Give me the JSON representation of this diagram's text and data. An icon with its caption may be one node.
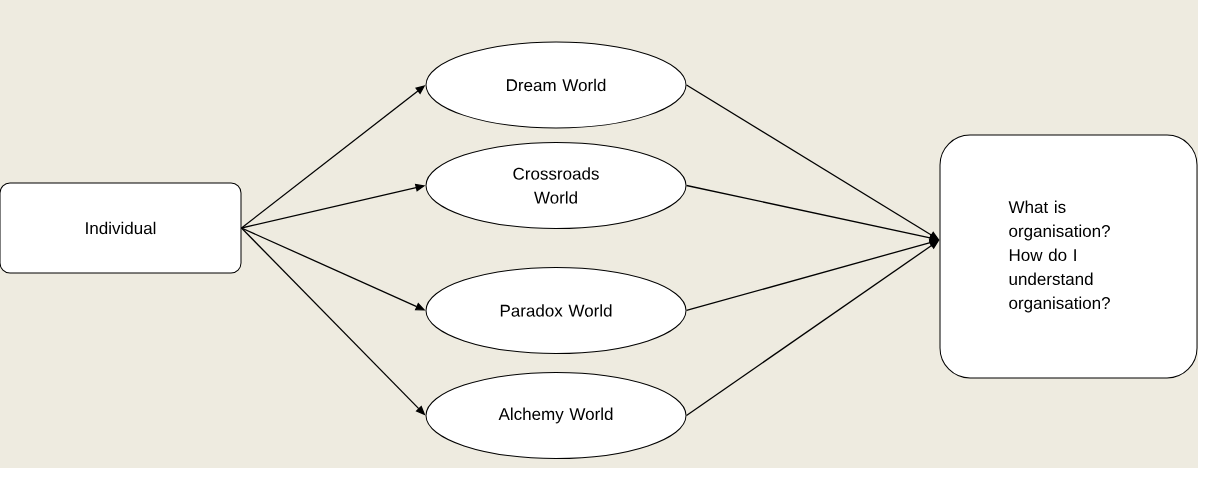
{
  "diagram": {
    "nodes": [
      {
        "text": [
          "Individual"
        ]
      },
      {
        "text": [
          "Dream World"
        ]
      },
      {
        "text": [
          "Crossroads World"
        ]
      },
      {
        "text": [
          "Paradox World"
        ]
      },
      {
        "text": [
          "Alchemy World"
        ]
      },
      {
        "text": [
          "What is organisation? How do I understand organisation?"
        ]
      }
    ],
    "edges": [
      {
        "from": 0,
        "to": 1,
        "arrow": "to"
      },
      {
        "from": 0,
        "to": 2,
        "arrow": "to"
      },
      {
        "from": 0,
        "to": 3,
        "arrow": "to"
      },
      {
        "from": 0,
        "to": 4,
        "arrow": "to"
      },
      {
        "from": 1,
        "to": 5,
        "arrow": "to"
      },
      {
        "from": 2,
        "to": 5,
        "arrow": "to"
      },
      {
        "from": 3,
        "to": 5,
        "arrow": "to"
      },
      {
        "from": 4,
        "to": 5,
        "arrow": "to"
      }
    ]
  }
}
